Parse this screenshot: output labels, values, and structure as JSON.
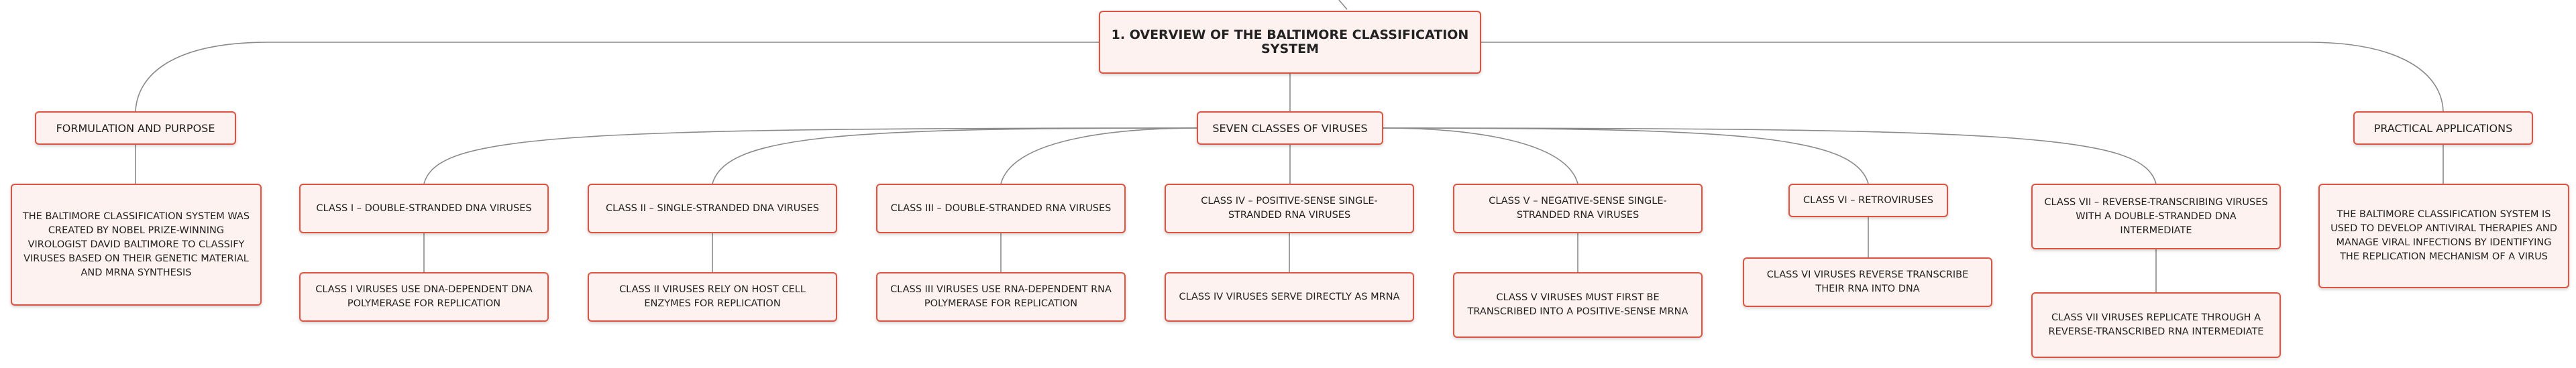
{
  "root": "1. OVERVIEW OF THE BALTIMORE CLASSIFICATION SYSTEM",
  "branches": {
    "formulation": {
      "title": "FORMULATION AND PURPOSE",
      "detail": "THE BALTIMORE CLASSIFICATION SYSTEM WAS CREATED BY NOBEL PRIZE-WINNING VIROLOGIST DAVID BALTIMORE TO CLASSIFY VIRUSES BASED ON THEIR GENETIC MATERIAL AND MRNA SYNTHESIS"
    },
    "seven_classes": {
      "title": "SEVEN CLASSES OF VIRUSES",
      "classes": [
        {
          "title": "CLASS I – DOUBLE-STRANDED DNA VIRUSES",
          "detail": "CLASS I VIRUSES USE DNA-DEPENDENT DNA POLYMERASE FOR REPLICATION"
        },
        {
          "title": "CLASS II – SINGLE-STRANDED DNA VIRUSES",
          "detail": "CLASS II VIRUSES RELY ON HOST CELL ENZYMES FOR REPLICATION"
        },
        {
          "title": "CLASS III – DOUBLE-STRANDED RNA VIRUSES",
          "detail": "CLASS III VIRUSES USE RNA-DEPENDENT RNA POLYMERASE FOR REPLICATION"
        },
        {
          "title": "CLASS IV – POSITIVE-SENSE SINGLE-STRANDED RNA VIRUSES",
          "detail": "CLASS IV VIRUSES SERVE DIRECTLY AS MRNA"
        },
        {
          "title": "CLASS V – NEGATIVE-SENSE SINGLE-STRANDED RNA VIRUSES",
          "detail": "CLASS V VIRUSES MUST FIRST BE TRANSCRIBED INTO A POSITIVE-SENSE MRNA"
        },
        {
          "title": "CLASS VI – RETROVIRUSES",
          "detail": "CLASS VI VIRUSES REVERSE TRANSCRIBE THEIR RNA INTO DNA"
        },
        {
          "title": "CLASS VII – REVERSE-TRANSCRIBING VIRUSES WITH A DOUBLE-STRANDED DNA INTERMEDIATE",
          "detail": "CLASS VII VIRUSES REPLICATE THROUGH A REVERSE-TRANSCRIBED RNA INTERMEDIATE"
        }
      ]
    },
    "applications": {
      "title": "PRACTICAL APPLICATIONS",
      "detail": "THE BALTIMORE CLASSIFICATION SYSTEM IS USED TO DEVELOP ANTIVIRAL THERAPIES AND MANAGE VIRAL INFECTIONS BY IDENTIFYING THE REPLICATION MECHANISM OF A VIRUS"
    }
  },
  "colors": {
    "node_border": "#e0533f",
    "node_fill": "#fdf2ef",
    "connector": "#8a8a8a",
    "text": "#222222"
  }
}
